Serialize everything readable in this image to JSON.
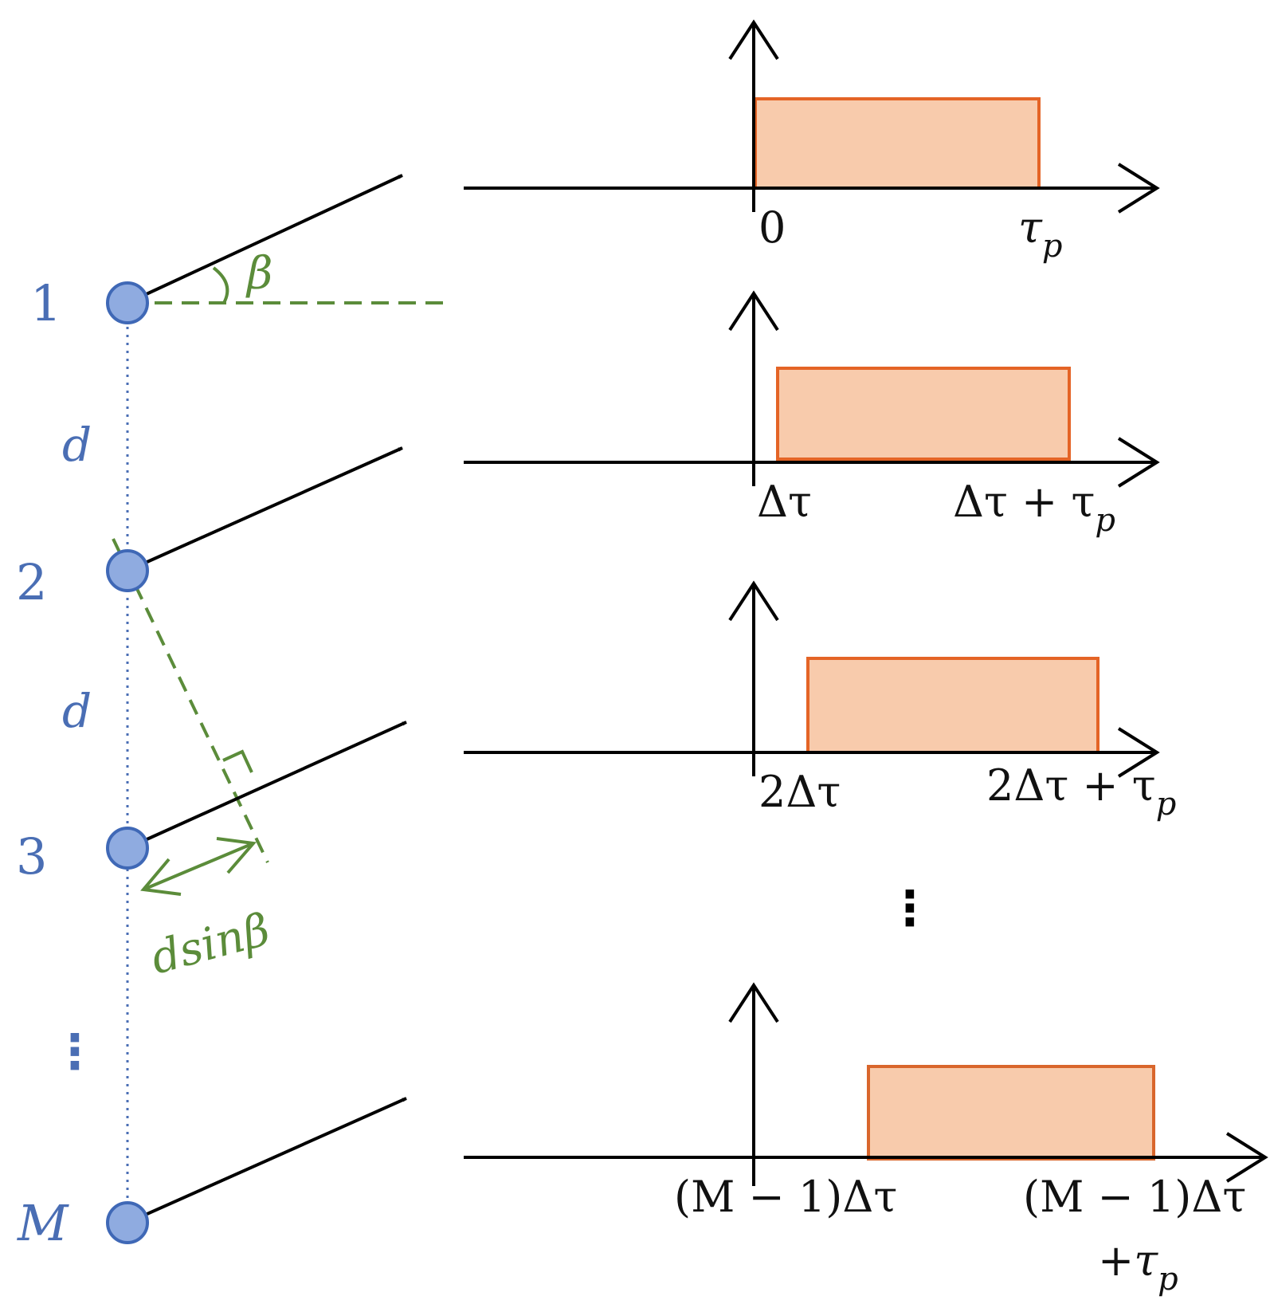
{
  "colors": {
    "element_fill": "#8fabe0",
    "element_stroke": "#3f68b6",
    "label_blue": "#4a6eb4",
    "geometry_green": "#5b8c3a",
    "pulse_fill": "#f8cbac",
    "pulse_stroke": "#e46426",
    "axis": "#000000"
  },
  "elements": [
    {
      "label": "1"
    },
    {
      "label": "2"
    },
    {
      "label": "3"
    },
    {
      "label": "M"
    }
  ],
  "spacing_label": "d",
  "angle_label": "β",
  "path_difference_label": "dsinβ",
  "ellipsis": "⋮",
  "pulses": [
    {
      "start_label": "0",
      "end_base": "τ",
      "end_sub": "p",
      "end_suffix": "",
      "extra_line": "",
      "extra_base": "",
      "extra_sub": ""
    },
    {
      "start_label": "Δτ",
      "end_base": "Δτ + τ",
      "end_sub": "p",
      "end_suffix": "",
      "extra_line": "",
      "extra_base": "",
      "extra_sub": ""
    },
    {
      "start_label": "2Δτ",
      "end_base": "2Δτ + τ",
      "end_sub": "p",
      "end_suffix": "",
      "extra_line": "",
      "extra_base": "",
      "extra_sub": ""
    },
    {
      "start_label": "(M − 1)Δτ",
      "end_base": "(M − 1)Δτ",
      "end_sub": "",
      "end_suffix": "",
      "extra_line": "+",
      "extra_base": "τ",
      "extra_sub": "p"
    }
  ]
}
